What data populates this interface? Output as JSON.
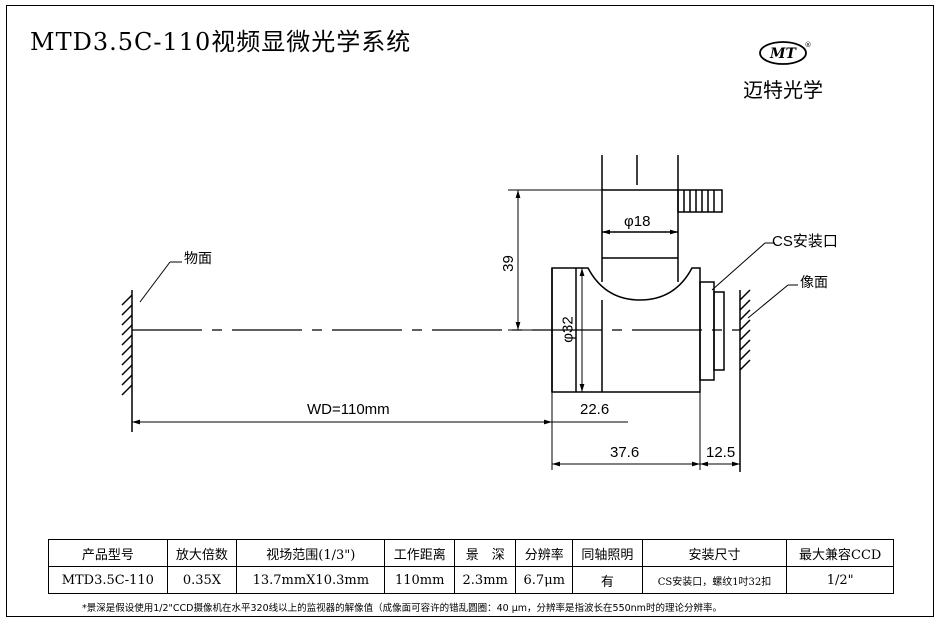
{
  "title": "MTD3.5C-110视频显微光学系统",
  "brand": {
    "logo_text": "MT",
    "registered": "®",
    "name": "迈特光学"
  },
  "drawing": {
    "object_plane_label": "物面",
    "image_plane_label": "像面",
    "mount_label": "CS安装口",
    "dim_diameter_top": "φ18",
    "dim_diameter_body": "φ32",
    "dim_height": "39",
    "dim_wd": "WD=110mm",
    "dim_22_6": "22.6",
    "dim_37_6": "37.6",
    "dim_12_5": "12.5"
  },
  "table": {
    "headers": [
      "产品型号",
      "放大倍数",
      "视场范围(1/3\")",
      "工作距离",
      "景　深",
      "分辨率",
      "同轴照明",
      "安装尺寸",
      "最大兼容CCD"
    ],
    "row": [
      "MTD3.5C-110",
      "0.35X",
      "13.7mmX10.3mm",
      "110mm",
      "2.3mm",
      "6.7μm",
      "有",
      "CS安装口，螺纹1吋32扣",
      "1/2\""
    ]
  },
  "footnote": "*景深是假设使用1/2\"CCD摄像机在水平320线以上的监视器的解像值（成像面可容许的错乱圆圈：40 μm，分辨率是指波长在550nm时的理论分辨率。"
}
